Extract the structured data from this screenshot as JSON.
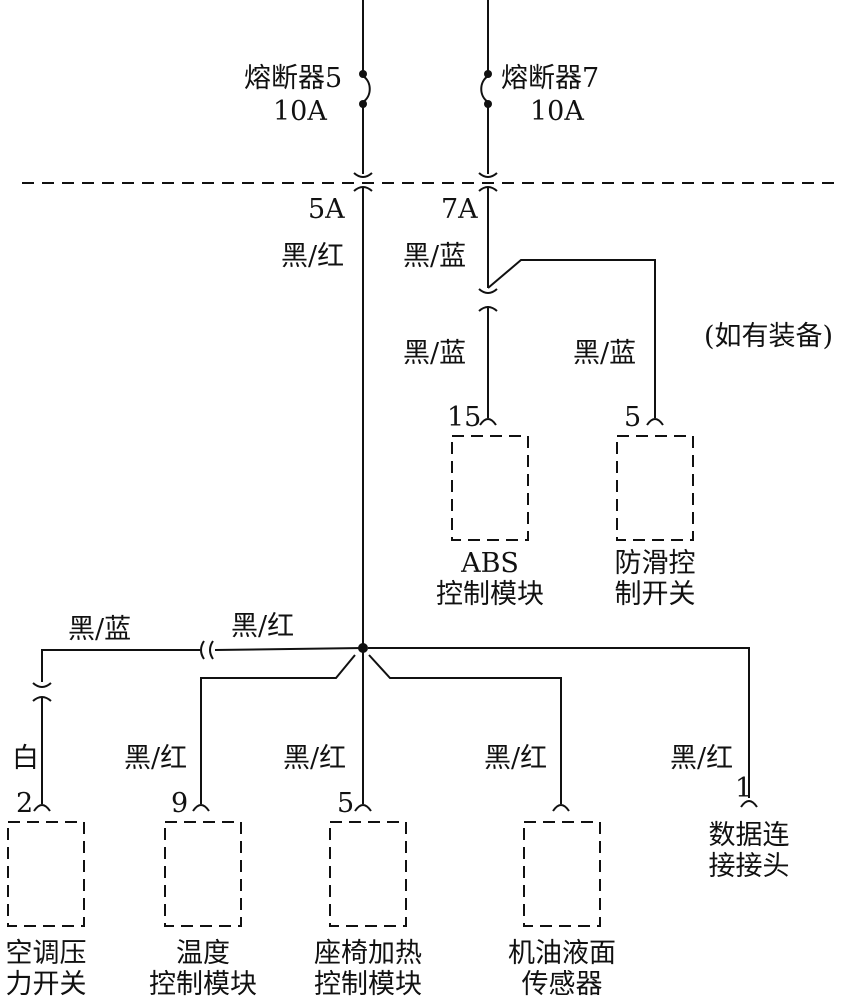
{
  "fuses": {
    "fuse5": {
      "name": "熔断器5",
      "rating": "10A",
      "terminal": "5A"
    },
    "fuse7": {
      "name": "熔断器7",
      "rating": "10A",
      "terminal": "7A"
    }
  },
  "wires": {
    "main_red": "黑/红",
    "abs_feed_top": "黑/蓝",
    "abs_feed_lower": "黑/蓝",
    "skid_feed": "黑/蓝",
    "ac_branch_red": "黑/红",
    "ac_branch_blue": "黑/蓝",
    "ac_white": "白",
    "temp": "黑/红",
    "seat": "黑/红",
    "oil": "黑/红",
    "dlc": "黑/红"
  },
  "optional_note": "(如有装备)",
  "pins": {
    "abs": "15",
    "skid": "5",
    "ac": "2",
    "temp": "9",
    "seat": "5",
    "dlc": "1"
  },
  "components": {
    "abs": {
      "line1": "ABS",
      "line2": "控制模块"
    },
    "skid": {
      "line1": "防滑控",
      "line2": "制开关"
    },
    "ac": {
      "line1": "空调压",
      "line2": "力开关"
    },
    "temp": {
      "line1": "温度",
      "line2": "控制模块"
    },
    "seat": {
      "line1": "座椅加热",
      "line2": "控制模块"
    },
    "oil": {
      "line1": "机油液面",
      "line2": "传感器"
    },
    "dlc": {
      "line1": "数据连",
      "line2": "接接头"
    }
  }
}
